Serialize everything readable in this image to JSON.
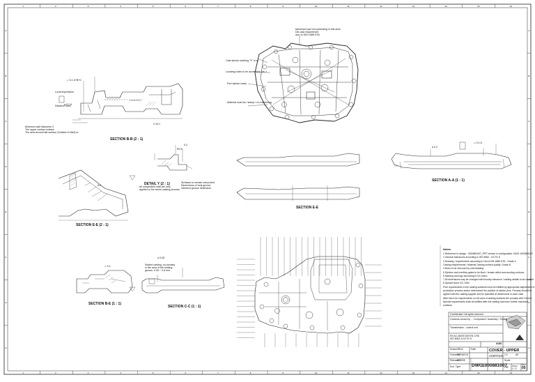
{
  "sheet": {
    "zone_numbers": [
      "1",
      "2",
      "3",
      "4",
      "5",
      "6",
      "7",
      "8",
      "9",
      "10",
      "11",
      "12",
      "13",
      "14",
      "15",
      "16"
    ],
    "zone_letters": [
      "A",
      "B",
      "C",
      "D",
      "E",
      "F",
      "G",
      "H"
    ]
  },
  "views": {
    "section_bb": "SECTION B-B  (2 : 1)",
    "detail_y": "DETAIL Y (2 : 1)",
    "section_ee": "SECTION E-E (2 : 1)",
    "section_aa": "SECTION A-A  (1 : 1)",
    "section_f": "SECTION E-E",
    "section_d": "SECTION B-E  (1 : 1)",
    "section_cc": "SECTION C-C  (1 : 1)"
  },
  "callouts": {
    "top_machined": "Machined part not protruding in this area",
    "top_machined2": "Die-cast requirement",
    "top_machined3": "acc. to DIN 1688 GTA",
    "ejector": "Cast ejector marking \"X\" in a...",
    "locating_pin": "Locating holes to be accessible sth. t",
    "port_spot": "Port ejector mass",
    "material_spec": "Material must be / stamp / no machining",
    "bb_left1": "Local impression",
    "bb_left2": "Distance boss",
    "bb_note1": "Minimum wall thickness 3",
    "bb_note2": "The upper contact surface",
    "bb_note3": "The area around flat surface (Surface in Mint) to",
    "detail_y1": "All unspecified radii are only",
    "detail_y2": "applied to the whole casting process",
    "detail_y3": "Surfaces to remain untouched",
    "detail_y4": "Dimensions of seal groove",
    "detail_y5": "Intersect groove dimension",
    "c_note1": "Sealed casting, no porosity",
    "c_note2": "in the area of the sealing",
    "c_note3": "groove, 0.05 ~ 0.8 mm"
  },
  "dims": {
    "bb_a": "▱ 0.1 A+B+C",
    "bb_b": "⌀ 0.2 A",
    "bb_c": "2 ±0.1",
    "aa_a": "▱ 0.1 A",
    "aa_b": "⌀ 0.2",
    "d1": "0.2",
    "d2": "R0.5",
    "d3": "8.5",
    "c1": "⌀ 0.05",
    "c2": "▱ 0.1"
  },
  "notes": {
    "heading": "Notes",
    "items": [
      "1   Reference to design : 0000881007_PRT  version in configuration: DWG 1000881007",
      "2   General tolerances according to ISO 8062 - DCTG 8",
      "3   Drawing / requirements according to Norm DIN 1688 GTA - Grade 4",
      "     Casting requirements / Material Casting surface quality: Grade B",
      "4   Burrs to be removed by shot blasting",
      "5   Ejection and overflow gates to be flush / remain within surrounding contours",
      "6   Marking and logo according to DC-Norm",
      "7   All dimensions may be changed with foundry tolerance / casting details to be clarified",
      "8   Special Norm DC-1930",
      "     Pore requirements in the sealing surfaces must be fulfilled by appropriate adjustment of the",
      "     production process and/or determined the position of ejector pins. Porosity should be",
      "     agreed with the casting supplier and be specified at dimensions in each case.",
      "     After Norm for requirements on the area of sealing surfaces the porosity with 0.5 mm",
      "     Special requirements shall be fulfilled after the casting has been further machined",
      "     surfaces"
    ]
  },
  "title_block": {
    "owner_line": "Confidential / All rights reserved",
    "company_line": "Contents owned by ... Component / Assembly / Tooling",
    "part_group": "Transmission - control unit",
    "material": "EN AC-46000  DIN EN 1706",
    "tolerance_std": "ISO 8062-3 DCTG 8",
    "designer_label": "Drawn",
    "checker_label": "Checked",
    "approver_label": "Released",
    "date_label": "Date",
    "designer": "ZBUC",
    "checker": "TBRUECK",
    "approver": "SF5099",
    "scale_label": "Scale",
    "title": "COVER - UPPER",
    "subtitle": "ASMTHUS",
    "doc_type_label": "Doc. Type",
    "doc_type": "DWG",
    "number": "1000881007",
    "sheet_size": "A0",
    "sheet_label": "Sheet",
    "sheet_value": "1 / 2",
    "revision_label": "Rev.",
    "revision": "05",
    "scale": "1:2",
    "issue": "A0",
    "logo_text": "AUDI"
  }
}
